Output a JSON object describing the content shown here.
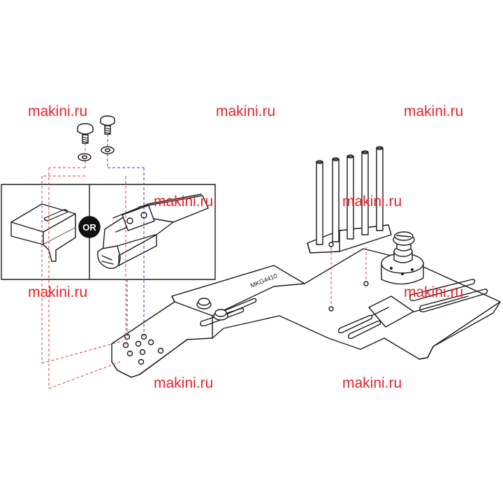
{
  "watermark": {
    "text": "makini.ru",
    "color": "#e8232a",
    "count": 9
  },
  "diagram": {
    "or_label": "OR",
    "part_number": "MKG4410",
    "line_color": "#1a1a1a",
    "dash_red": "#d9413e",
    "dash_blue": "#3a3aa0"
  }
}
